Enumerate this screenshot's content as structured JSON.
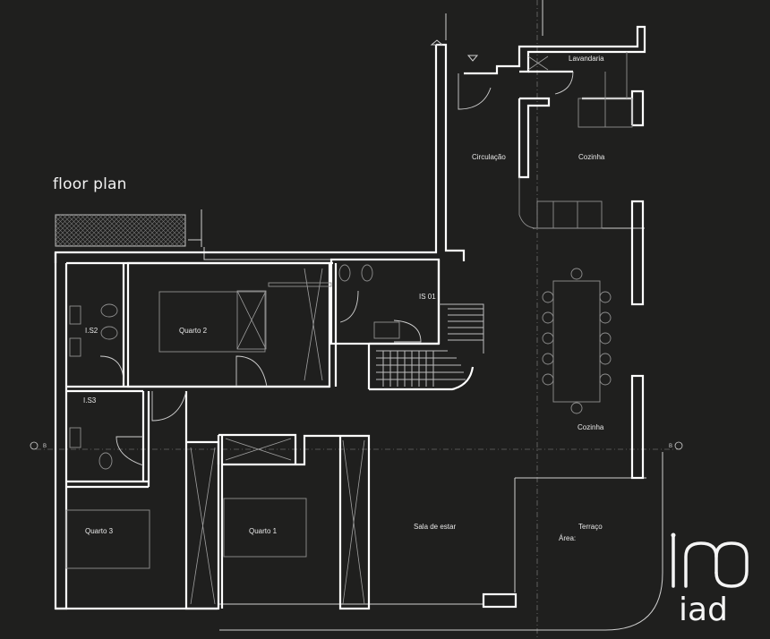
{
  "plan": {
    "title": "floor plan",
    "rooms": {
      "lavandaria": "Lavandaria",
      "circulacao": "Circulação",
      "cozinha_top": "Cozinha",
      "cozinha_dining": "Cozinha",
      "quarto2": "Quarto 2",
      "is1": "IS 01",
      "is2": "I.S2",
      "is3": "I.S3",
      "quarto3": "Quarto 3",
      "quarto1": "Quarto 1",
      "sala": "Sala de estar",
      "terraco": "Terraço",
      "area": "Área:"
    },
    "section_marks": {
      "left": "B",
      "right": "B"
    }
  },
  "brand": {
    "wordmark": "iad",
    "logo_letters": "iad",
    "colors": {
      "background": "#1f1f1e",
      "walls": "#ffffff",
      "fixtures": "#8f8f8f"
    }
  }
}
